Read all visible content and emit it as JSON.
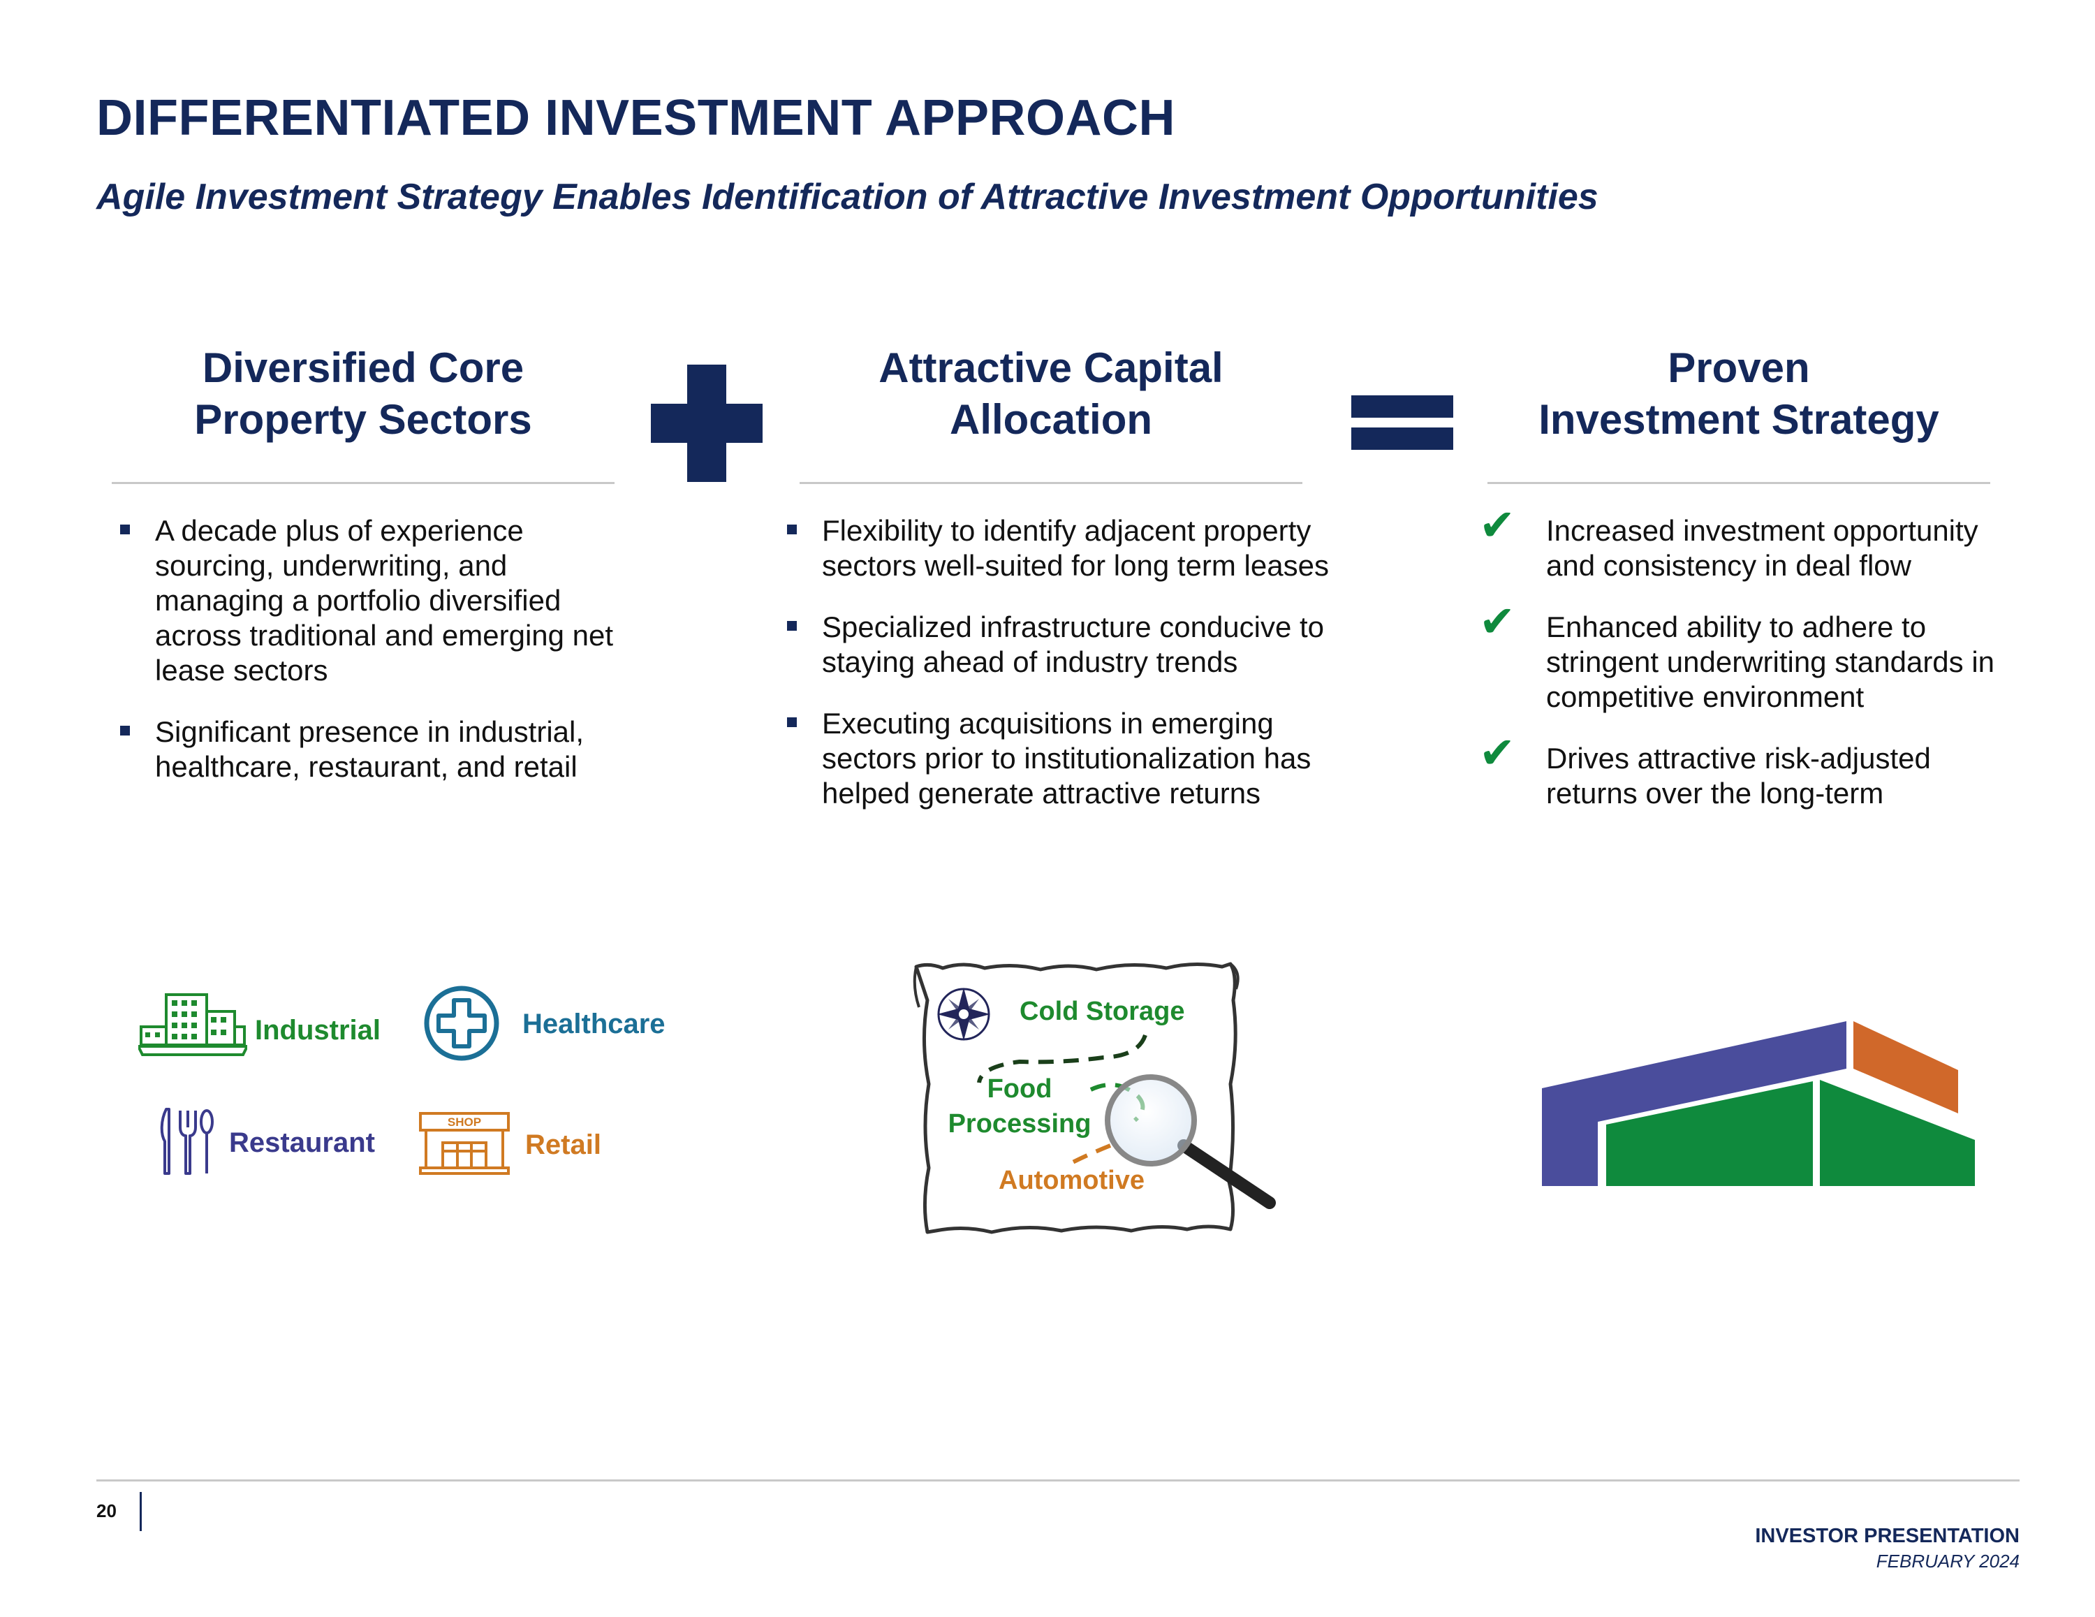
{
  "header": {
    "title": "DIFFERENTIATED INVESTMENT APPROACH",
    "subtitle": "Agile Investment Strategy Enables Identification of Attractive Investment Opportunities"
  },
  "columns": [
    {
      "heading_lines": [
        "Diversified Core",
        "Property Sectors"
      ],
      "bullets": [
        "A decade plus of experience sourcing, underwriting, and managing a portfolio diversified across traditional and emerging net lease sectors",
        "Significant presence in industrial, healthcare, restaurant, and retail"
      ]
    },
    {
      "heading_lines": [
        "Attractive Capital",
        "Allocation"
      ],
      "bullets": [
        "Flexibility to identify adjacent property sectors well-suited for long term leases",
        "Specialized infrastructure conducive to staying ahead of industry trends",
        "Executing acquisitions in emerging sectors prior to institutionalization has helped generate attractive returns"
      ]
    },
    {
      "heading_lines": [
        "Proven",
        "Investment Strategy"
      ],
      "bullets": [
        "Increased investment opportunity and consistency in deal flow",
        "Enhanced ability to adhere to stringent underwriting standards in competitive environment",
        "Drives attractive risk-adjusted returns over the long-term"
      ]
    }
  ],
  "operators": {
    "plus": "plus-icon",
    "equals": "equals-icon"
  },
  "sectors": {
    "industrial": {
      "label": "Industrial",
      "color": "#1e8a2e",
      "icon": "building-icon"
    },
    "healthcare": {
      "label": "Healthcare",
      "color": "#1b6f96",
      "icon": "medical-cross-icon"
    },
    "restaurant": {
      "label": "Restaurant",
      "color": "#3a3a8c",
      "icon": "cutlery-icon"
    },
    "retail": {
      "label": "Retail",
      "color": "#d07a22",
      "icon": "shop-icon",
      "shop_sign": "SHOP"
    }
  },
  "map": {
    "cold_storage": "Cold Storage",
    "food_line1": "Food",
    "food_line2": "Processing",
    "automotive": "Automotive",
    "colors": {
      "green": "#1e8a2e",
      "orange": "#d07a22",
      "dark_green": "#1a3f1a"
    }
  },
  "logo": {
    "colors": {
      "purple": "#4a4d9c",
      "orange": "#d0682a",
      "green": "#0f8a3d"
    }
  },
  "footer": {
    "page_number": "20",
    "title": "INVESTOR PRESENTATION",
    "date": "FEBRUARY 2024"
  },
  "colors": {
    "navy": "#14285a",
    "check_green": "#0f8a3d",
    "rule_gray": "#c8c8c8"
  }
}
